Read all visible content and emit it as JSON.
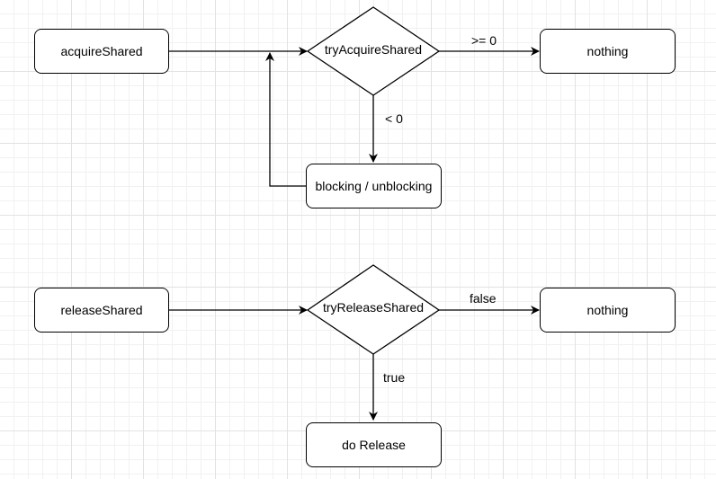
{
  "top_flow": {
    "start": "acquireShared",
    "decision": "tryAcquireShared",
    "success_result": "nothing",
    "success_condition": ">= 0",
    "fail_condition": "< 0",
    "loop_step": "blocking / unblocking"
  },
  "bottom_flow": {
    "start": "releaseShared",
    "decision": "tryReleaseShared",
    "false_result": "nothing",
    "false_condition": "false",
    "true_condition": "true",
    "true_result": "do Release"
  }
}
